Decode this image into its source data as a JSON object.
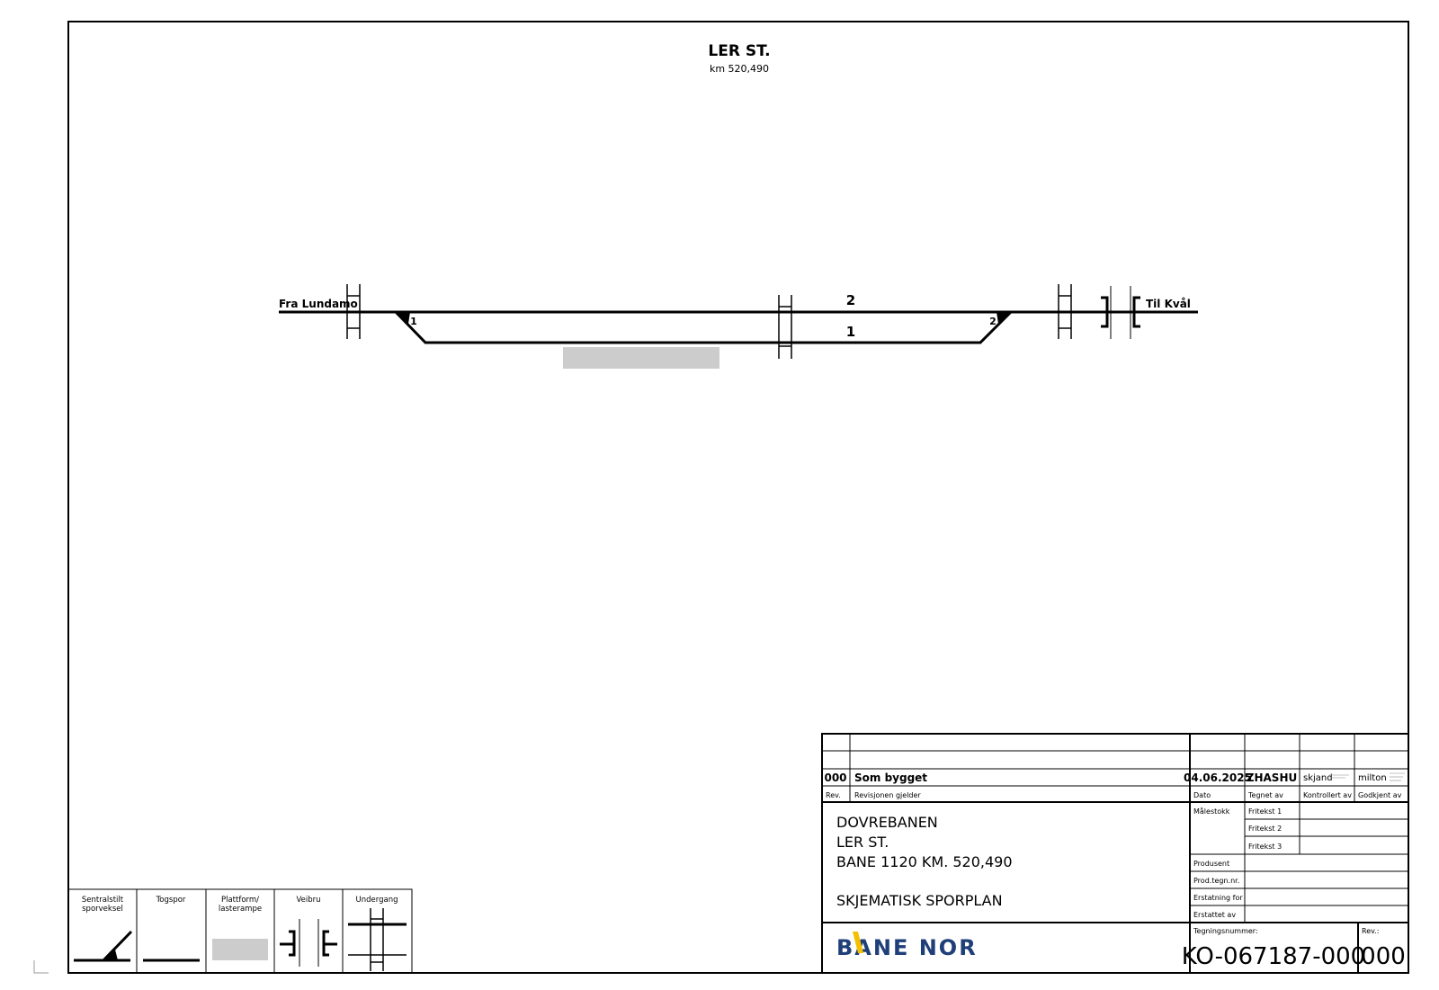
{
  "drawing": {
    "station_title": "LER ST.",
    "station_km": "km 520,490",
    "left_label": "Fra Lundamo",
    "right_label": "Til Kvål",
    "track_labels": [
      "2",
      "1"
    ],
    "switch_labels": [
      "1",
      "2"
    ]
  },
  "legend": {
    "items": [
      {
        "label_line1": "Sentralstilt",
        "label_line2": "sporveksel",
        "symbol": "switch-symbol"
      },
      {
        "label_line1": "Togspor",
        "label_line2": "",
        "symbol": "track-symbol"
      },
      {
        "label_line1": "Plattform/",
        "label_line2": "lasterampe",
        "symbol": "platform-symbol"
      },
      {
        "label_line1": "Veibru",
        "label_line2": "",
        "symbol": "road-bridge-symbol"
      },
      {
        "label_line1": "Undergang",
        "label_line2": "",
        "symbol": "underpass-symbol"
      }
    ],
    "platform_color": "#cccccc"
  },
  "title_block": {
    "rev_row": {
      "rev": "000",
      "description": "Som bygget",
      "date": "04.06.2025",
      "drawn_by": "ZHASHU",
      "checked_by": "skjand",
      "approved_by": "milton"
    },
    "headers": {
      "rev": "Rev.",
      "description": "Revisjonen gjelder",
      "date": "Dato",
      "drawn_by": "Tegnet av",
      "checked_by": "Kontrollert av",
      "approved_by": "Godkjent av"
    },
    "project_lines": [
      "DOVREBANEN",
      "LER ST.",
      "BANE 1120 KM. 520,490",
      "SKJEMATISK SPORPLAN"
    ],
    "fields": {
      "scale": "Målestokk",
      "free1": "Fritekst 1",
      "free2": "Fritekst 2",
      "free3": "Fritekst 3",
      "producer": "Produsent",
      "prod_no": "Prod.tegn.nr.",
      "replaces": "Erstatning for",
      "replaced_by": "Erstattet av",
      "drawing_no_label": "Tegningsnummer:",
      "rev_label": "Rev.:"
    },
    "drawing_number": "KO-067187-000",
    "revision": "000",
    "logo_text": "BANE NOR"
  }
}
